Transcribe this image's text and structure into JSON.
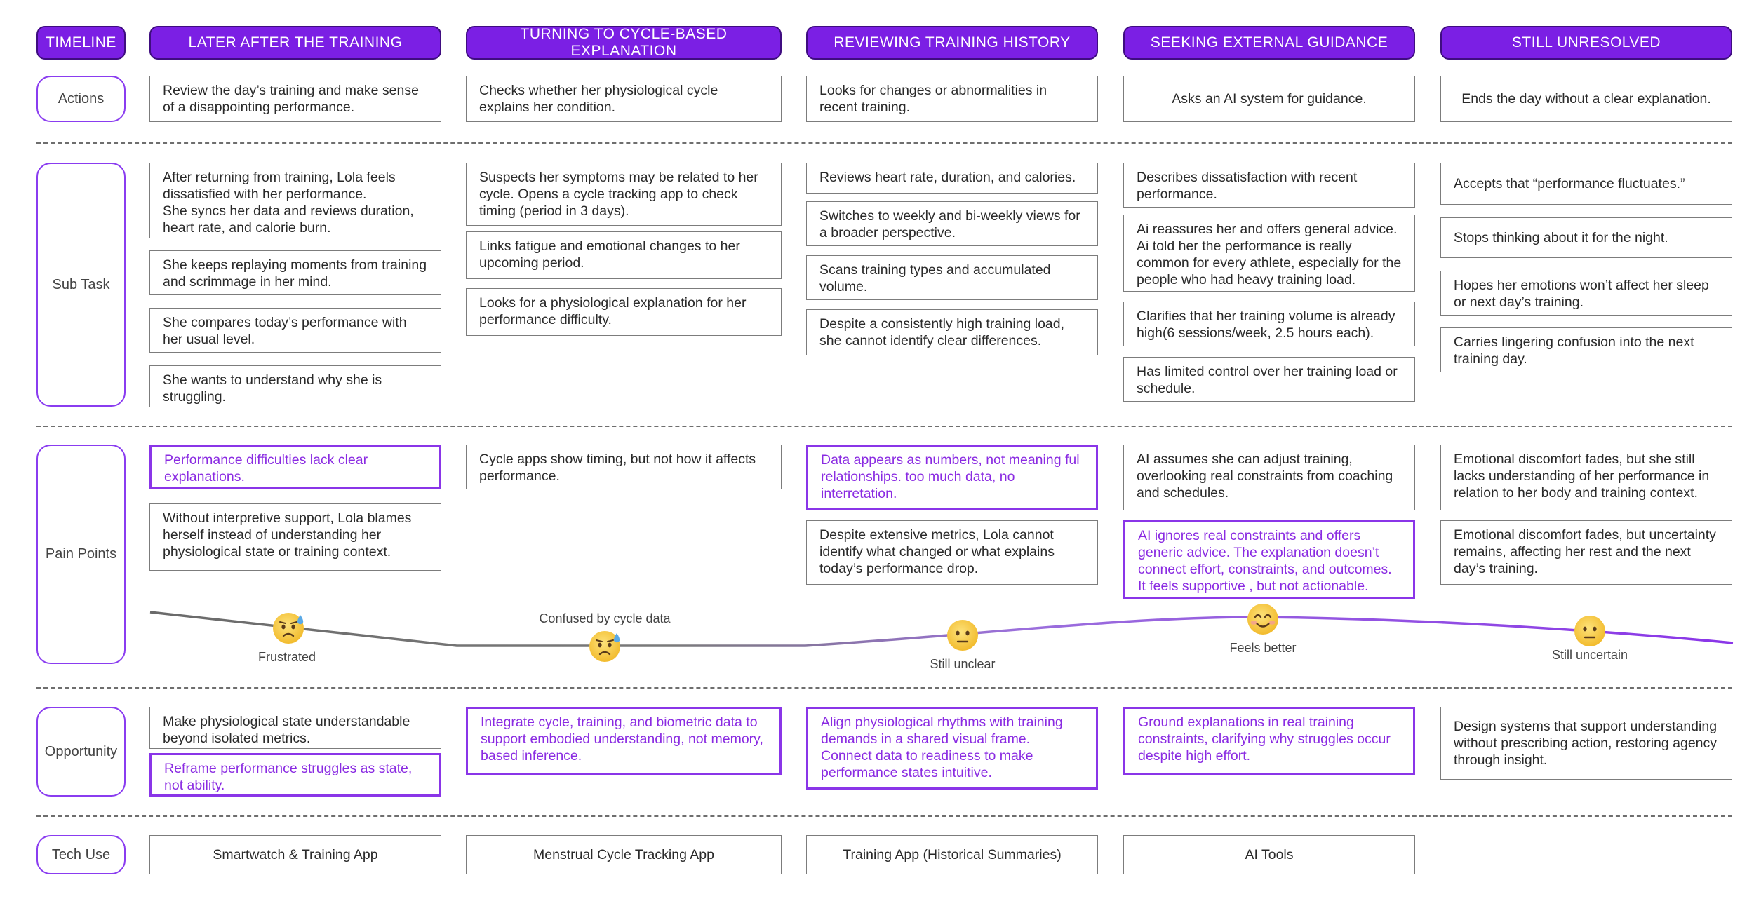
{
  "timeline_label": "TIMELINE",
  "stages": [
    "LATER AFTER THE TRAINING",
    "TURNING TO CYCLE-BASED EXPLANATION",
    "REVIEWING TRAINING HISTORY",
    "SEEKING EXTERNAL GUIDANCE",
    "STILL UNRESOLVED"
  ],
  "row_labels": {
    "actions": "Actions",
    "subtask": "Sub Task",
    "pain": "Pain Points",
    "opportunity": "Opportunity",
    "tech": "Tech Use"
  },
  "actions": [
    "Review the day’s training and make sense of a disappointing performance.",
    "Checks whether her physiological cycle explains her condition.",
    "Looks for changes or abnormalities in recent training.",
    "Asks an AI system for guidance.",
    "Ends the day without a clear explanation."
  ],
  "subtasks": [
    [
      "After returning from training, Lola feels dissatisfied with her performance.\nShe syncs her data and reviews duration, heart rate, and calorie burn.",
      "She keeps replaying moments from training and scrimmage in her mind.",
      "She compares today’s performance with her usual level.",
      "She wants to understand why she is struggling."
    ],
    [
      "Suspects her symptoms may be related to her cycle. Opens a cycle tracking app to check timing (period in 3 days).",
      "Links fatigue and emotional changes to her upcoming period.",
      "Looks for a physiological explanation for her performance difficulty."
    ],
    [
      "Reviews heart rate, duration, and calories.",
      "Switches to weekly and bi-weekly views for a broader perspective.",
      "Scans training types and accumulated volume.",
      "Despite a consistently high training load, she cannot identify clear differences."
    ],
    [
      "Describes dissatisfaction with recent performance.",
      "Ai reassures her and offers general advice. Ai told her the performance is really common for every athlete, especially for the people who had heavy training load.",
      "Clarifies that her training volume is already high(6 sessions/week, 2.5 hours each).",
      "Has limited control over her training load or schedule."
    ],
    [
      "Accepts that “performance fluctuates.”",
      "Stops thinking about it for the night.",
      "Hopes her emotions won’t affect her sleep or next day’s training.",
      "Carries lingering confusion into the next training day."
    ]
  ],
  "pain_points": [
    [
      {
        "text": "Performance difficulties lack clear explanations."
      },
      {
        "text": "Without interpretive support, Lola blames herself instead of understanding her physiological state or training context."
      }
    ],
    [
      {
        "text": "Cycle apps show timing, but not how it affects performance."
      }
    ],
    [
      {
        "text": "Data appears as numbers, not meaning ful relationships. too much data, no interretation."
      },
      {
        "text": "Despite extensive metrics, Lola cannot identify what changed or what explains today’s performance drop."
      }
    ],
    [
      {
        "text": "AI assumes she can adjust training, overlooking real constraints from coaching and schedules."
      },
      {
        "text": "AI ignores real constraints and offers generic advice. The explanation doesn’t connect effort, constraints, and outcomes. It feels supportive , but not actionable."
      }
    ],
    [
      {
        "text": "Emotional discomfort fades, but she still lacks understanding of her performance in relation to her body and training context."
      },
      {
        "text": "Emotional discomfort fades, but uncertainty remains, affecting her rest and the next day’s training."
      }
    ]
  ],
  "emotions": [
    {
      "label": "Frustrated",
      "face": "sweat-frown-emoji-icon"
    },
    {
      "label": "Confused by cycle data",
      "face": "sweat-frown-emoji-icon"
    },
    {
      "label": "Still unclear",
      "face": "neutral-emoji-icon"
    },
    {
      "label": "Feels better",
      "face": "smile-emoji-icon"
    },
    {
      "label": "Still uncertain",
      "face": "neutral-emoji-icon"
    }
  ],
  "opportunities": [
    [
      {
        "text": "Make physiological state understandable beyond isolated metrics."
      },
      {
        "text": "Reframe performance struggles as state, not ability."
      }
    ],
    [
      {
        "text": "Integrate cycle, training, and biometric data to support embodied understanding, not memory, based inference."
      }
    ],
    [
      {
        "text": "Align physiological rhythms with training demands in a shared visual frame. Connect data to readiness to make performance states intuitive."
      }
    ],
    [
      {
        "text": "Ground explanations in real training constraints, clarifying why struggles occur despite high effort."
      }
    ],
    [
      {
        "text": "Design systems that support understanding without prescribing action, restoring agency through insight."
      }
    ]
  ],
  "tech_use": [
    "Smartwatch & Training App",
    "Menstrual Cycle Tracking App",
    "Training App (Historical Summaries)",
    "AI Tools"
  ],
  "colors": {
    "accent": "#7b1fe4",
    "highlight_text": "#8a2be2",
    "emoji_face": "#f5c842",
    "curve_start": "#6a6a6a",
    "curve_end": "#8a35e8"
  }
}
